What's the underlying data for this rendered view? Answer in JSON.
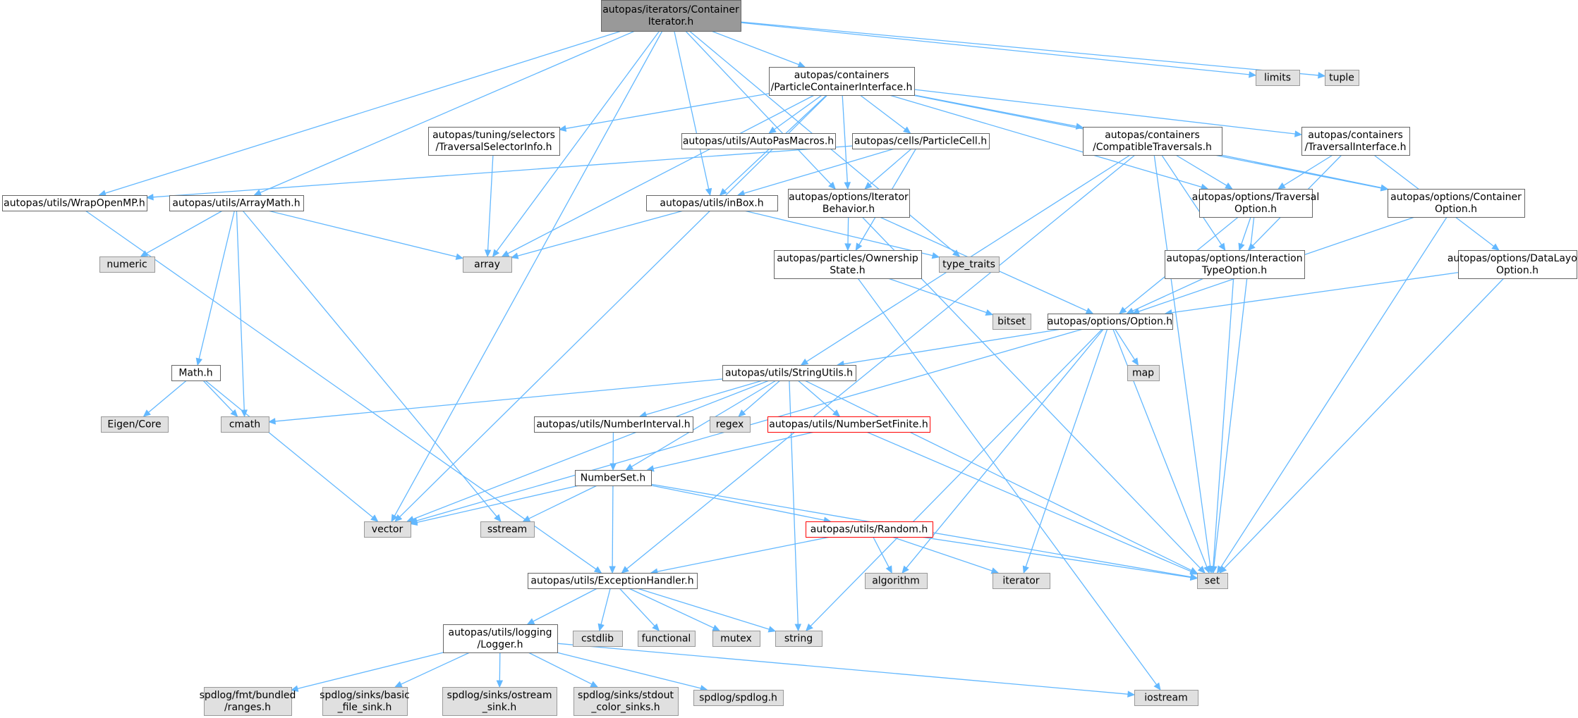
{
  "nodes": [
    {
      "id": "root",
      "label": [
        "autopas/iterators/Container",
        "Iterator.h"
      ],
      "kind": "root"
    },
    {
      "id": "pci",
      "label": [
        "autopas/containers",
        "/ParticleContainerInterface.h"
      ],
      "kind": "normal"
    },
    {
      "id": "limits",
      "label": [
        "limits"
      ],
      "kind": "system"
    },
    {
      "id": "tuple",
      "label": [
        "tuple"
      ],
      "kind": "system"
    },
    {
      "id": "tsi",
      "label": [
        "autopas/tuning/selectors",
        "/TraversalSelectorInfo.h"
      ],
      "kind": "normal"
    },
    {
      "id": "apm",
      "label": [
        "autopas/utils/AutoPasMacros.h"
      ],
      "kind": "normal"
    },
    {
      "id": "pcell",
      "label": [
        "autopas/cells/ParticleCell.h"
      ],
      "kind": "normal"
    },
    {
      "id": "ctrav",
      "label": [
        "autopas/containers",
        "/CompatibleTraversals.h"
      ],
      "kind": "normal"
    },
    {
      "id": "tint",
      "label": [
        "autopas/containers",
        "/TraversalInterface.h"
      ],
      "kind": "normal"
    },
    {
      "id": "womp",
      "label": [
        "autopas/utils/WrapOpenMP.h"
      ],
      "kind": "normal"
    },
    {
      "id": "amath",
      "label": [
        "autopas/utils/ArrayMath.h"
      ],
      "kind": "normal"
    },
    {
      "id": "inbox",
      "label": [
        "autopas/utils/inBox.h"
      ],
      "kind": "normal"
    },
    {
      "id": "itb",
      "label": [
        "autopas/options/Iterator",
        "Behavior.h"
      ],
      "kind": "normal"
    },
    {
      "id": "trop",
      "label": [
        "autopas/options/Traversal",
        "Option.h"
      ],
      "kind": "normal"
    },
    {
      "id": "cop",
      "label": [
        "autopas/options/Container",
        "Option.h"
      ],
      "kind": "normal"
    },
    {
      "id": "numeric",
      "label": [
        "numeric"
      ],
      "kind": "system"
    },
    {
      "id": "array",
      "label": [
        "array"
      ],
      "kind": "system"
    },
    {
      "id": "typetraits",
      "label": [
        "type_traits"
      ],
      "kind": "system"
    },
    {
      "id": "own",
      "label": [
        "autopas/particles/Ownership",
        "State.h"
      ],
      "kind": "normal"
    },
    {
      "id": "itop",
      "label": [
        "autopas/options/Interaction",
        "TypeOption.h"
      ],
      "kind": "normal"
    },
    {
      "id": "dlop",
      "label": [
        "autopas/options/DataLayout",
        "Option.h"
      ],
      "kind": "normal"
    },
    {
      "id": "bitset",
      "label": [
        "bitset"
      ],
      "kind": "system"
    },
    {
      "id": "option",
      "label": [
        "autopas/options/Option.h"
      ],
      "kind": "normal"
    },
    {
      "id": "math",
      "label": [
        "Math.h"
      ],
      "kind": "normal"
    },
    {
      "id": "sutils",
      "label": [
        "autopas/utils/StringUtils.h"
      ],
      "kind": "normal"
    },
    {
      "id": "map",
      "label": [
        "map"
      ],
      "kind": "system"
    },
    {
      "id": "eigen",
      "label": [
        "Eigen/Core"
      ],
      "kind": "system"
    },
    {
      "id": "cmath",
      "label": [
        "cmath"
      ],
      "kind": "system"
    },
    {
      "id": "nint",
      "label": [
        "autopas/utils/NumberInterval.h"
      ],
      "kind": "normal"
    },
    {
      "id": "regex",
      "label": [
        "regex"
      ],
      "kind": "system"
    },
    {
      "id": "nsf",
      "label": [
        "autopas/utils/NumberSetFinite.h"
      ],
      "kind": "missing"
    },
    {
      "id": "nset",
      "label": [
        "NumberSet.h"
      ],
      "kind": "normal"
    },
    {
      "id": "vector",
      "label": [
        "vector"
      ],
      "kind": "system"
    },
    {
      "id": "sstream",
      "label": [
        "sstream"
      ],
      "kind": "system"
    },
    {
      "id": "random",
      "label": [
        "autopas/utils/Random.h"
      ],
      "kind": "missing"
    },
    {
      "id": "exc",
      "label": [
        "autopas/utils/ExceptionHandler.h"
      ],
      "kind": "normal"
    },
    {
      "id": "algorithm",
      "label": [
        "algorithm"
      ],
      "kind": "system"
    },
    {
      "id": "iterator",
      "label": [
        "iterator"
      ],
      "kind": "system"
    },
    {
      "id": "set",
      "label": [
        "set"
      ],
      "kind": "system"
    },
    {
      "id": "logger",
      "label": [
        "autopas/utils/logging",
        "/Logger.h"
      ],
      "kind": "normal"
    },
    {
      "id": "cstdlib",
      "label": [
        "cstdlib"
      ],
      "kind": "system"
    },
    {
      "id": "functional",
      "label": [
        "functional"
      ],
      "kind": "system"
    },
    {
      "id": "mutex",
      "label": [
        "mutex"
      ],
      "kind": "system"
    },
    {
      "id": "string",
      "label": [
        "string"
      ],
      "kind": "system"
    },
    {
      "id": "sfmt",
      "label": [
        "spdlog/fmt/bundled",
        "/ranges.h"
      ],
      "kind": "system"
    },
    {
      "id": "sbasic",
      "label": [
        "spdlog/sinks/basic",
        "_file_sink.h"
      ],
      "kind": "system"
    },
    {
      "id": "sostream",
      "label": [
        "spdlog/sinks/ostream",
        "_sink.h"
      ],
      "kind": "system"
    },
    {
      "id": "sstdout",
      "label": [
        "spdlog/sinks/stdout",
        "_color_sinks.h"
      ],
      "kind": "system"
    },
    {
      "id": "spdlog",
      "label": [
        "spdlog/spdlog.h"
      ],
      "kind": "system"
    },
    {
      "id": "iostream",
      "label": [
        "iostream"
      ],
      "kind": "system"
    }
  ],
  "edges": [
    [
      "root",
      "pci"
    ],
    [
      "root",
      "limits"
    ],
    [
      "root",
      "tuple"
    ],
    [
      "root",
      "womp"
    ],
    [
      "root",
      "amath"
    ],
    [
      "root",
      "inbox"
    ],
    [
      "root",
      "itb"
    ],
    [
      "root",
      "array"
    ],
    [
      "root",
      "vector"
    ],
    [
      "root",
      "typetraits"
    ],
    [
      "pci",
      "tsi"
    ],
    [
      "pci",
      "apm"
    ],
    [
      "pci",
      "pcell"
    ],
    [
      "pci",
      "ctrav"
    ],
    [
      "pci",
      "tint"
    ],
    [
      "pci",
      "inbox"
    ],
    [
      "pci",
      "itb"
    ],
    [
      "pci",
      "trop"
    ],
    [
      "pci",
      "cop"
    ],
    [
      "pci",
      "array"
    ],
    [
      "pci",
      "vector"
    ],
    [
      "tsi",
      "array"
    ],
    [
      "pcell",
      "womp"
    ],
    [
      "pcell",
      "inbox"
    ],
    [
      "pcell",
      "itb"
    ],
    [
      "pcell",
      "own"
    ],
    [
      "ctrav",
      "trop"
    ],
    [
      "ctrav",
      "itop"
    ],
    [
      "ctrav",
      "cop"
    ],
    [
      "ctrav",
      "sutils"
    ],
    [
      "ctrav",
      "exc"
    ],
    [
      "ctrav",
      "set"
    ],
    [
      "tint",
      "trop"
    ],
    [
      "tint",
      "itop"
    ],
    [
      "tint",
      "dlop"
    ],
    [
      "womp",
      "exc"
    ],
    [
      "amath",
      "numeric"
    ],
    [
      "amath",
      "array"
    ],
    [
      "amath",
      "math"
    ],
    [
      "amath",
      "cmath"
    ],
    [
      "amath",
      "sstream"
    ],
    [
      "inbox",
      "array"
    ],
    [
      "inbox",
      "typetraits"
    ],
    [
      "itb",
      "own"
    ],
    [
      "itb",
      "option"
    ],
    [
      "itb",
      "set"
    ],
    [
      "trop",
      "option"
    ],
    [
      "trop",
      "itop"
    ],
    [
      "trop",
      "set"
    ],
    [
      "cop",
      "option"
    ],
    [
      "cop",
      "set"
    ],
    [
      "own",
      "bitset"
    ],
    [
      "own",
      "iostream"
    ],
    [
      "itop",
      "option"
    ],
    [
      "itop",
      "set"
    ],
    [
      "dlop",
      "option"
    ],
    [
      "dlop",
      "set"
    ],
    [
      "option",
      "sutils"
    ],
    [
      "option",
      "map"
    ],
    [
      "option",
      "set"
    ],
    [
      "option",
      "vector"
    ],
    [
      "option",
      "algorithm"
    ],
    [
      "option",
      "iterator"
    ],
    [
      "option",
      "string"
    ],
    [
      "math",
      "eigen"
    ],
    [
      "math",
      "cmath"
    ],
    [
      "math",
      "vector"
    ],
    [
      "sutils",
      "cmath"
    ],
    [
      "sutils",
      "nint"
    ],
    [
      "sutils",
      "regex"
    ],
    [
      "sutils",
      "nsf"
    ],
    [
      "sutils",
      "nset"
    ],
    [
      "sutils",
      "vector"
    ],
    [
      "sutils",
      "set"
    ],
    [
      "sutils",
      "string"
    ],
    [
      "nint",
      "nset"
    ],
    [
      "nsf",
      "nset"
    ],
    [
      "nsf",
      "set"
    ],
    [
      "nset",
      "vector"
    ],
    [
      "nset",
      "sstream"
    ],
    [
      "nset",
      "random"
    ],
    [
      "nset",
      "exc"
    ],
    [
      "nset",
      "set"
    ],
    [
      "random",
      "exc"
    ],
    [
      "random",
      "algorithm"
    ],
    [
      "random",
      "iterator"
    ],
    [
      "random",
      "set"
    ],
    [
      "exc",
      "logger"
    ],
    [
      "exc",
      "cstdlib"
    ],
    [
      "exc",
      "functional"
    ],
    [
      "exc",
      "mutex"
    ],
    [
      "exc",
      "string"
    ],
    [
      "logger",
      "sfmt"
    ],
    [
      "logger",
      "sbasic"
    ],
    [
      "logger",
      "sostream"
    ],
    [
      "logger",
      "sstdout"
    ],
    [
      "logger",
      "spdlog"
    ],
    [
      "logger",
      "iostream"
    ]
  ]
}
